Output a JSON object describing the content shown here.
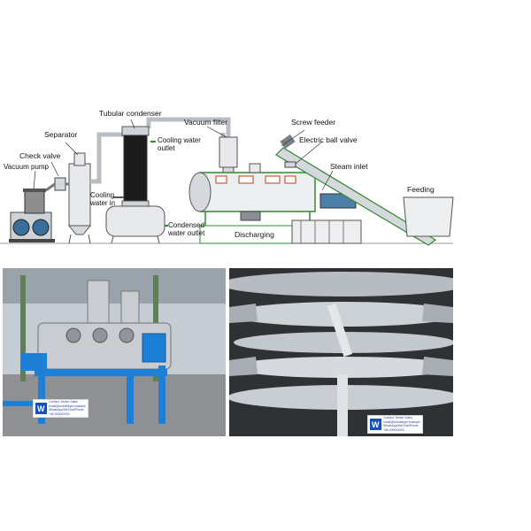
{
  "diagram": {
    "labels": {
      "tubular_condenser": "Tubular condenser",
      "vacuum_filter": "Vacuum filter",
      "screw_feeder": "Screw feeder",
      "separator": "Separator",
      "cooling_water_outlet_1": "Cooling water",
      "cooling_water_outlet_2": "outlet",
      "electric_ball_valve": "Electric ball valve",
      "check_valve": "Check valve",
      "steam_inlet": "Steam inlet",
      "vacuum_pump": "Vacuum pump",
      "feeding": "Feeding",
      "cooling_water_in_1": "Cooling",
      "cooling_water_in_2": "water in",
      "condensed_water_outlet_1": "Condensed",
      "condensed_water_outlet_2": "water outlet",
      "discharging": "Discharging"
    }
  },
  "photos": {
    "left": {
      "watermark": {
        "lines": [
          "Contact: Senior Sales",
          "email@wheatdryer.example",
          "WhatsApp/WeChat/Phone",
          "+86 000000000"
        ]
      }
    },
    "right": {
      "watermark": {
        "lines": [
          "Contact: Senior Sales",
          "email@wheatdryer.example",
          "WhatsApp/WeChat/Phone",
          "+86 000000000"
        ]
      }
    }
  },
  "colors": {
    "frame_green": "#2e8b2e",
    "machine_blue": "#1e7fd6",
    "stainless": "#c9cdd2",
    "condenser_black": "#1b1b1b"
  }
}
